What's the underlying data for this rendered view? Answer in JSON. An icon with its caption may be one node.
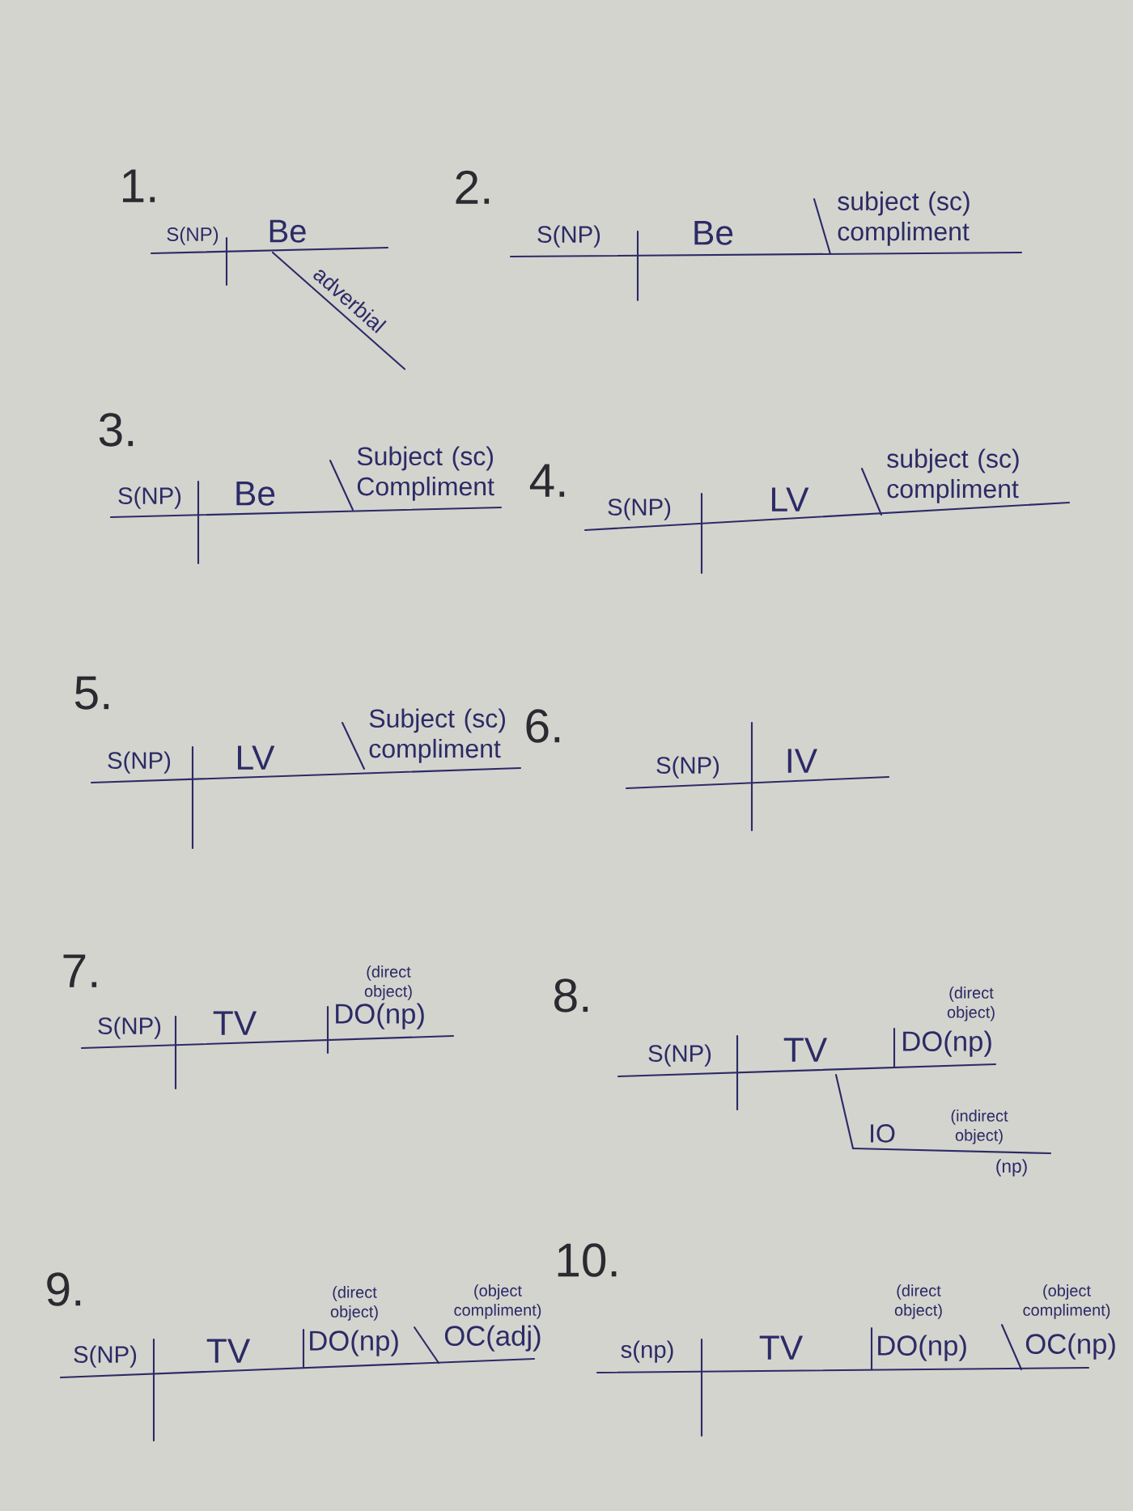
{
  "diagram": {
    "labels": [
      "1.",
      "S(NP)",
      "Be",
      "adverbial",
      "2.",
      "S(NP)",
      "Be",
      "subject (sc) compliment",
      "3.",
      "S(NP)",
      "Be",
      "Subject (sc) Compliment",
      "4.",
      "S(NP)",
      "LV",
      "subject (sc) compliment",
      "5.",
      "S(NP)",
      "LV",
      "Subject (sc) compliment",
      "6.",
      "S(NP)",
      "IV",
      "7.",
      "S(NP)",
      "TV",
      "(direct object)",
      "DO(np)",
      "8.",
      "S(NP)",
      "TV",
      "(direct object)",
      "DO(np)",
      "IO",
      "(indirect object)",
      "(np)",
      "9.",
      "S(NP)",
      "TV",
      "(direct object)",
      "DO(np)",
      "(object compliment)",
      "OC(adj)",
      "10.",
      "s(np)",
      "TV",
      "(direct object)",
      "DO(np)",
      "(object compliment)",
      "OC(np)"
    ]
  }
}
